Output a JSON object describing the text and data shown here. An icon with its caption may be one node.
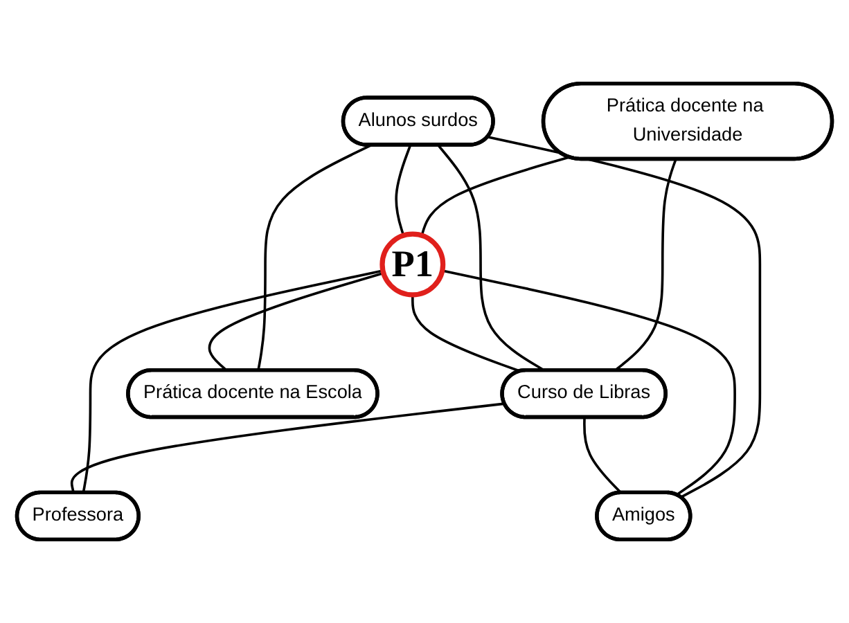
{
  "diagram": {
    "nodes": [
      {
        "text": [
          "Prática docente na Universidade"
        ]
      },
      {
        "text": [
          "Alunos surdos"
        ]
      },
      {
        "text": [
          "P1"
        ]
      },
      {
        "text": [
          "Curso de Libras"
        ]
      },
      {
        "text": [
          "Prática docente na Escola"
        ]
      },
      {
        "text": [
          "Amigos"
        ]
      },
      {
        "text": [
          "Professora"
        ]
      }
    ],
    "edges": [
      {
        "from": 0,
        "to": 3,
        "arrow": "none"
      },
      {
        "from": 0,
        "to": 2,
        "arrow": "none"
      },
      {
        "from": 1,
        "to": 3,
        "arrow": "none"
      },
      {
        "from": 1,
        "to": 2,
        "arrow": "none"
      },
      {
        "from": 1,
        "to": 4,
        "arrow": "none"
      },
      {
        "from": 1,
        "to": 5,
        "arrow": "none"
      },
      {
        "from": 2,
        "to": 3,
        "arrow": "none"
      },
      {
        "from": 2,
        "to": 4,
        "arrow": "none"
      },
      {
        "from": 2,
        "to": 5,
        "arrow": "none"
      },
      {
        "from": 2,
        "to": 6,
        "arrow": "none"
      },
      {
        "from": 3,
        "to": 6,
        "arrow": "none"
      },
      {
        "from": 3,
        "to": 5,
        "arrow": "none"
      }
    ]
  }
}
